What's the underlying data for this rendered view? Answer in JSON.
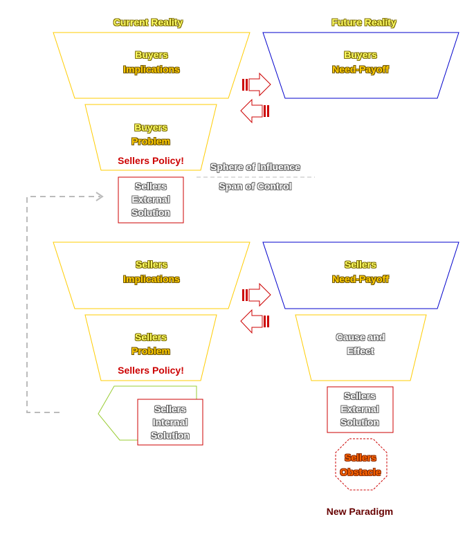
{
  "headers": {
    "current": "Current Reality",
    "future": "Future Reality"
  },
  "top_left_funnel": {
    "line1": "Buyers",
    "line2": "Implications"
  },
  "top_right_funnel": {
    "line1": "Buyers",
    "line2": "Need-Payoff"
  },
  "buyers_problem": {
    "line1": "Buyers",
    "line2": "Problem",
    "policy": "Sellers Policy!"
  },
  "sphere": {
    "influence": "Sphere of Influence",
    "control": "Span of Control"
  },
  "top_solution": {
    "line1": "Sellers",
    "line2": "External",
    "line3": "Solution"
  },
  "bottom_left_funnel": {
    "line1": "Sellers",
    "line2": "Implications"
  },
  "bottom_right_funnel": {
    "line1": "Sellers",
    "line2": "Need-Payoff"
  },
  "sellers_problem": {
    "line1": "Sellers",
    "line2": "Problem",
    "policy": "Sellers Policy!"
  },
  "cause_effect": {
    "line1": "Cause and",
    "line2": "Effect"
  },
  "internal_solution": {
    "line1": "Sellers",
    "line2": "Internal",
    "line3": "Solution"
  },
  "external_solution_bottom": {
    "line1": "Sellers",
    "line2": "External",
    "line3": "Solution"
  },
  "obstacle": {
    "line1": "Sellers",
    "line2": "Obstacle"
  },
  "footer": {
    "paradigm": "New Paradigm"
  },
  "colors": {
    "yellow_outline": "#ffcc00",
    "blue_outline": "#0000cc",
    "red": "#cc0000",
    "green_outline": "#99cc33",
    "grey_dashed": "#bbbbbb"
  }
}
